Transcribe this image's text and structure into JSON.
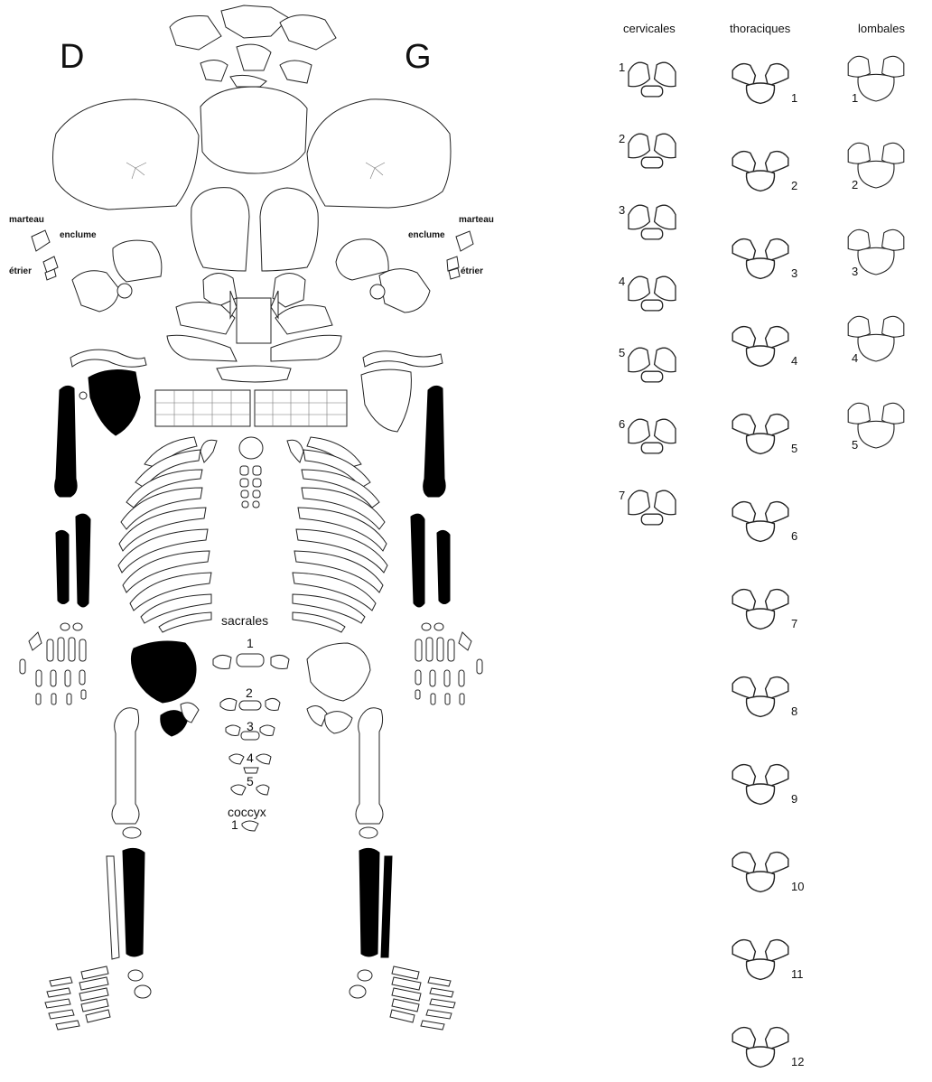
{
  "sides": {
    "right": "D",
    "left": "G"
  },
  "columns": {
    "cervical": "cervicales",
    "thoracic": "thoraciques",
    "lumbar": "lombales"
  },
  "cervical_numbers": [
    "1",
    "2",
    "3",
    "4",
    "5",
    "6",
    "7"
  ],
  "thoracic_numbers": [
    "1",
    "2",
    "3",
    "4",
    "5",
    "6",
    "7",
    "8",
    "9",
    "10",
    "11",
    "12"
  ],
  "lumbar_numbers": [
    "1",
    "2",
    "3",
    "4",
    "5"
  ],
  "ear_right": {
    "malleus": "marteau",
    "incus": "enclume",
    "stapes": "étrier"
  },
  "ear_left": {
    "malleus": "marteau",
    "incus": "enclume",
    "stapes": "étrier"
  },
  "sacral": {
    "title": "sacrales",
    "numbers": [
      "1",
      "2",
      "3",
      "4",
      "5"
    ]
  },
  "coccyx": {
    "title": "coccyx",
    "number": "1"
  },
  "colors": {
    "outline": "#222222",
    "present_bone": "#000000",
    "background": "#ffffff"
  }
}
